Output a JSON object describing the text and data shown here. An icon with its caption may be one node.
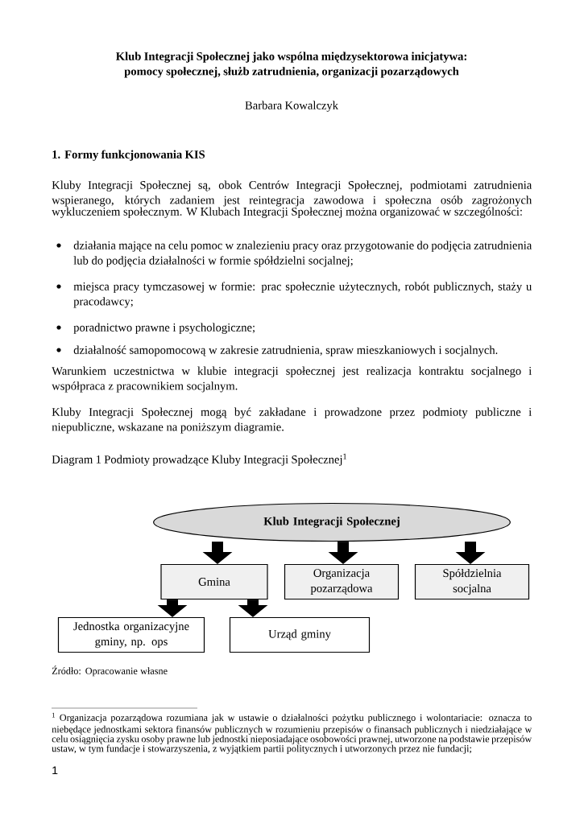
{
  "diagram": {
    "title": "Diagram 1  Podmioty prowadzące Kluby Integracji Społecznej$^{1}$",
    "caption": "Źródło: Opracowanie własne",
    "nodes": [
      {
        "text": [
          "Klub Integracji Społecznej"
        ]
      },
      {
        "text": [
          "Gmina"
        ]
      },
      {
        "text": [
          "Organizacja pozarządowa"
        ]
      },
      {
        "text": [
          "Spółdzielnia socjalna"
        ]
      },
      {
        "text": [
          "Jednostka organizacyjne gminy, np. ops"
        ]
      },
      {
        "text": [
          "Urząd gminy"
        ]
      }
    ],
    "edges": [
      {
        "from": 0,
        "to": 1,
        "arrow": "to"
      },
      {
        "from": 0,
        "to": 2,
        "arrow": "to"
      },
      {
        "from": 0,
        "to": 3,
        "arrow": "to"
      },
      {
        "from": 1,
        "to": 4,
        "arrow": "to"
      },
      {
        "from": 1,
        "to": 5,
        "arrow": "to"
      }
    ],
    "labels": [
      "Klub Integracji Społecznej jako wspólna międzysektorowa inicjatywa: pomocy społecznej, służb zatrudnienia, organizacji pozarządowych",
      "Barbara Kowalczyk",
      "1. Formy funkcjonowania KIS",
      "Kluby Integracji Społecznej są, obok Centrów Integracji Społecznej, podmiotami zatrudnienia wspieranego, których zadaniem jest reintegracja zawodowa i społeczna osób zagrożonych wykluczeniem społecznym. W Klubach Integracji Społecznej można organizować w szczególności:",
      "działania mające na celu pomoc w znalezieniu pracy oraz przygotowanie do podjęcia zatrudnienia lub do podjęcia działalności w formie spółdzielni socjalnej;",
      "miejsca pracy tymczasowej w formie: prac społecznie użytecznych, robót publicznych, staży u pracodawcy;",
      "poradnictwo prawne i psychologiczne;",
      "działalność samopomocową w zakresie zatrudnienia, spraw mieszkaniowych i socjalnych.",
      "Warunkiem uczestnictwa w klubie integracji społecznej jest realizacja kontraktu socjalnego i współpraca z pracownikiem socjalnym.",
      "Kluby Integracji Społecznej mogą być zakładane i prowadzone przez podmioty publiczne i niepubliczne, wskazane na poniższym diagramie.",
      "$^{1}$ Organizacja pozarządowa rozumiana jak w ustawie o działalności pożytku publicznego i wolontariacie: oznacza to niebędące jednostkami sektora finansów publicznych w rozumieniu przepisów o finansach publicznych i niedziałające w celu osiągnięcia zysku osoby prawne lub jednostki nieposiadające osobowości prawnej, utworzone na podstawie przepisów ustaw, w tym fundacje i stowarzyszenia, z wyjątkiem partii politycznych i utworzonych przez nie fundacji;",
      "1"
    ]
  }
}
